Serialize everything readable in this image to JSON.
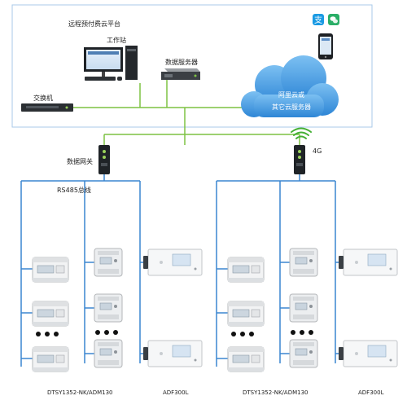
{
  "platform": {
    "title": "远程预付费云平台",
    "workstation": "工作站",
    "data_server": "数据服务器",
    "switch": "交换机",
    "cloud_line1": "阿里云或",
    "cloud_line2": "其它云服务器",
    "mobile_apps": [
      "alipay-icon",
      "wechat-pay-icon",
      "smartphone-icon"
    ]
  },
  "network": {
    "gateway": "数据网关",
    "bus": "RS485总线",
    "wireless": "4G"
  },
  "bottom_labels": {
    "meter_group_left": "DTSY1352-NK/ADM130",
    "adf_left": "ADF300L",
    "meter_group_right": "DTSY1352-NK/ADM130",
    "adf_right": "ADF300L"
  },
  "colors": {
    "network_line": "#7dc242",
    "bus_line": "#3a86d1",
    "frame_border": "#a9c9e8",
    "cloud": "#4aa0e8"
  }
}
